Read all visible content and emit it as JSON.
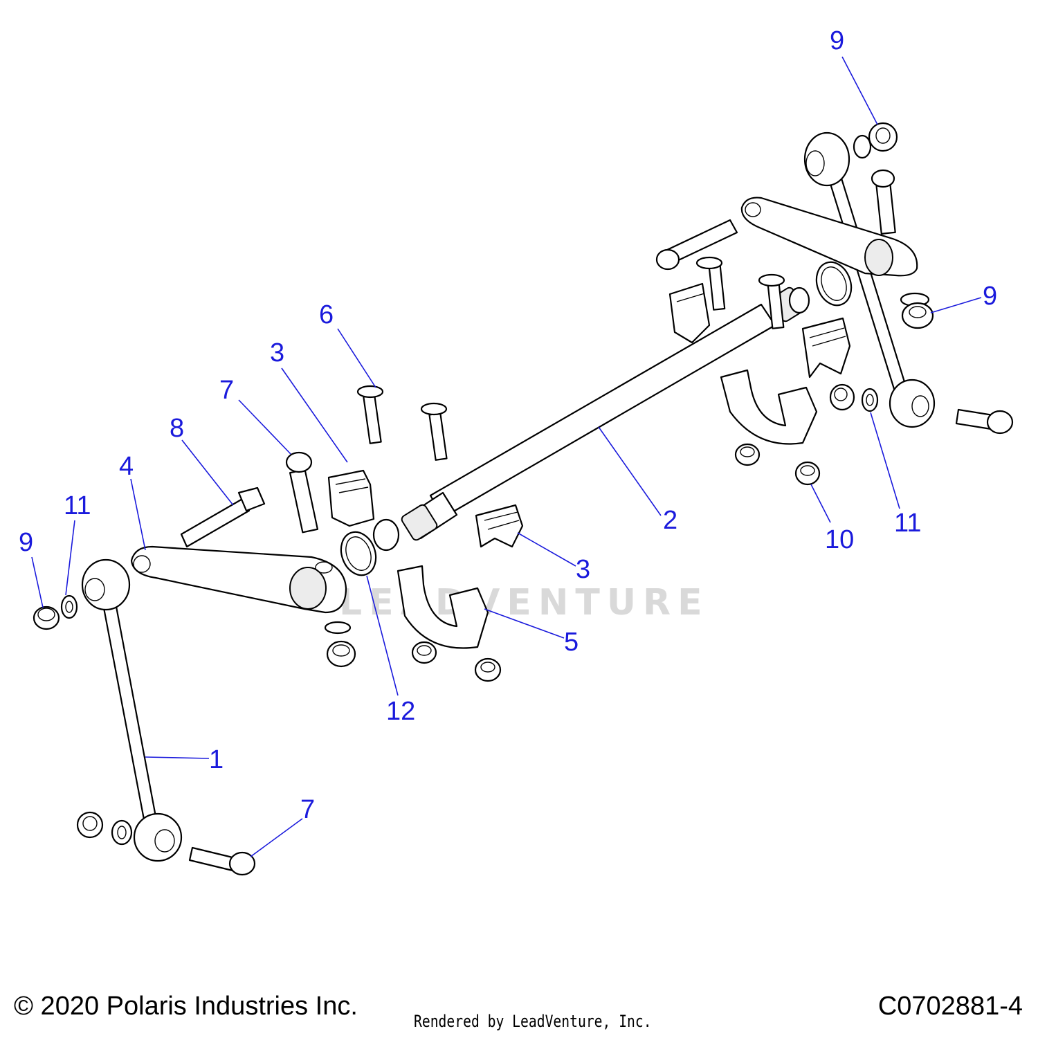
{
  "diagram": {
    "callouts": [
      {
        "id": "c1",
        "label": "1"
      },
      {
        "id": "c2",
        "label": "2"
      },
      {
        "id": "c3a",
        "label": "3"
      },
      {
        "id": "c3b",
        "label": "3"
      },
      {
        "id": "c4",
        "label": "4"
      },
      {
        "id": "c5",
        "label": "5"
      },
      {
        "id": "c6",
        "label": "6"
      },
      {
        "id": "c7a",
        "label": "7"
      },
      {
        "id": "c7b",
        "label": "7"
      },
      {
        "id": "c8",
        "label": "8"
      },
      {
        "id": "c9a",
        "label": "9"
      },
      {
        "id": "c9b",
        "label": "9"
      },
      {
        "id": "c9c",
        "label": "9"
      },
      {
        "id": "c10",
        "label": "10"
      },
      {
        "id": "c11a",
        "label": "11"
      },
      {
        "id": "c11b",
        "label": "11"
      },
      {
        "id": "c12",
        "label": "12"
      }
    ],
    "watermark": "LEADVENTURE"
  },
  "footer": {
    "copyright": "© 2020 Polaris Industries Inc.",
    "rendered_by": "Rendered by LeadVenture, Inc.",
    "part_code": "C0702881-4"
  },
  "colors": {
    "callout": "#1a1adc",
    "line": "#000000",
    "watermark": "#d9d9d9"
  }
}
